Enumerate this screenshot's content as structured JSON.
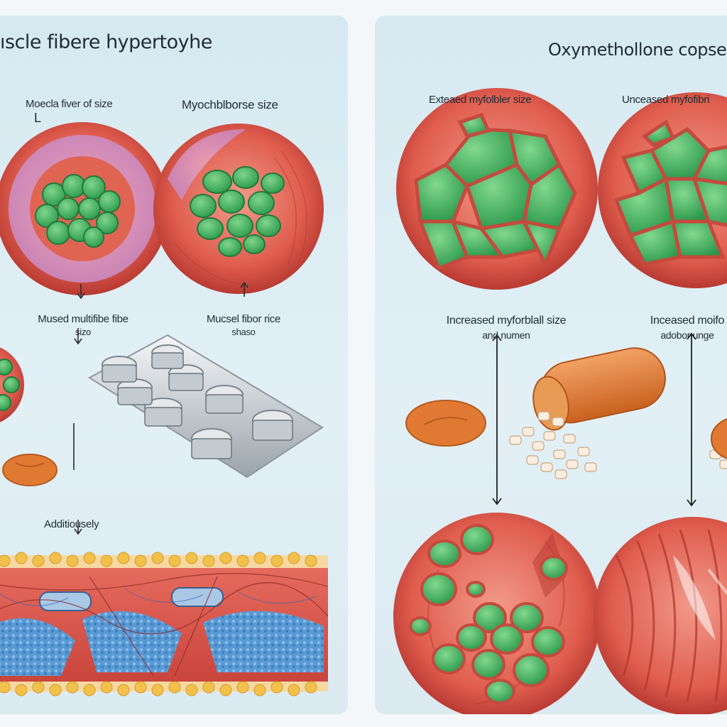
{
  "left_panel": {
    "title": "ıscle fibere hypertoyhe",
    "label_fiber_size": "Moecla fiver of size",
    "label_l": "L",
    "label_myofibril_size": "Myochblborse size",
    "label_mused_multifibe_line1": "Mused multifibe fibe",
    "label_mused_multifibe_line2": "sizo",
    "label_muscel_fiber_line1": "Mucsel fibor rice",
    "label_muscel_fiber_line2": "shaso",
    "label_additionally": "Additiousely"
  },
  "right_panel": {
    "title": "Oxymethollone copse",
    "label_exteaed": "Exteaed myfolbler size",
    "label_unceased": "Unceased myfofibri",
    "label_increased_line1": "Increased myforblall size",
    "label_increased_line2": "and numen",
    "label_increased_right_line1": "Inceased moifo",
    "label_increased_right_line2": "adobor unge"
  },
  "colors": {
    "panel_bg": "#d9ebf2",
    "muscle_red": "#d9574a",
    "myofibril_green": "#3fae5b",
    "capsule_orange": "#e07a32",
    "blister_silver": "#c9ced3",
    "fat_yellow": "#f1c14b",
    "vessel_blue": "#4a86c4"
  }
}
